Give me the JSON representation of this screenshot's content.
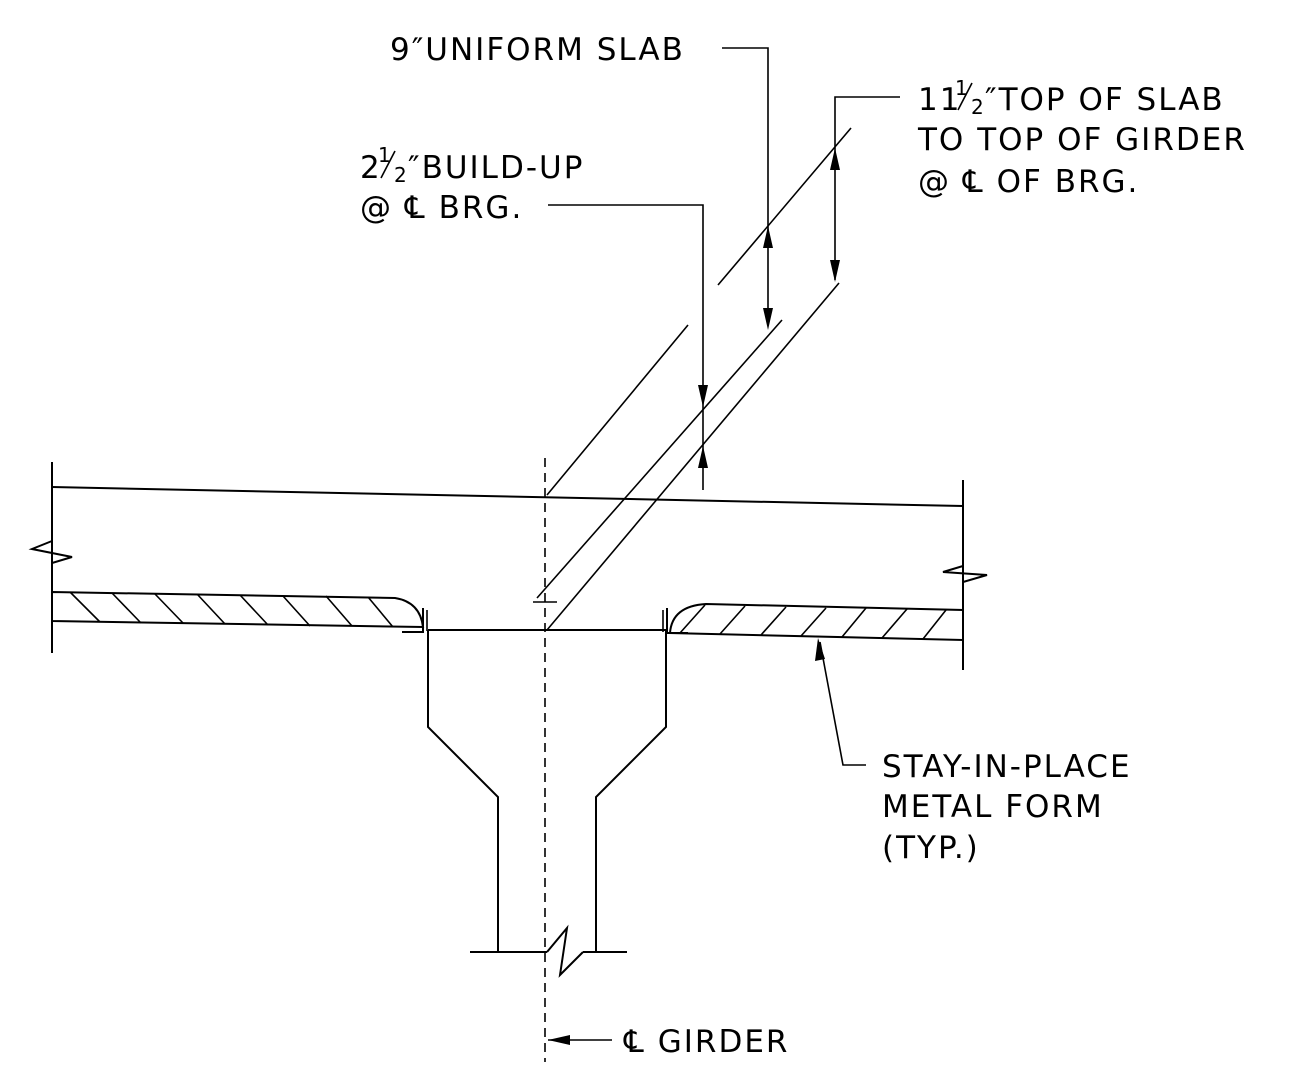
{
  "drawing": {
    "labels": {
      "uniform_slab": "9″UNIFORM SLAB",
      "top_to_girder_l1_whole": "11",
      "top_to_girder_l1_frac_num": "1",
      "top_to_girder_l1_frac_den": "2",
      "top_to_girder_l1_rest": "″TOP OF SLAB",
      "top_to_girder_l2": "TO TOP OF GIRDER",
      "top_to_girder_l3": "@ ℄ OF BRG.",
      "buildup_l1_whole": "2",
      "buildup_l1_frac_num": "1",
      "buildup_l1_frac_den": "2",
      "buildup_l1_rest": "″BUILD-UP",
      "buildup_l2": "@ ℄ BRG.",
      "form_l1": "STAY-IN-PLACE",
      "form_l2": "METAL FORM",
      "form_l3": "(TYP.)",
      "girder_cl": "℄ GIRDER"
    },
    "colors": {
      "ink": "#000000",
      "paper": "#ffffff"
    }
  }
}
